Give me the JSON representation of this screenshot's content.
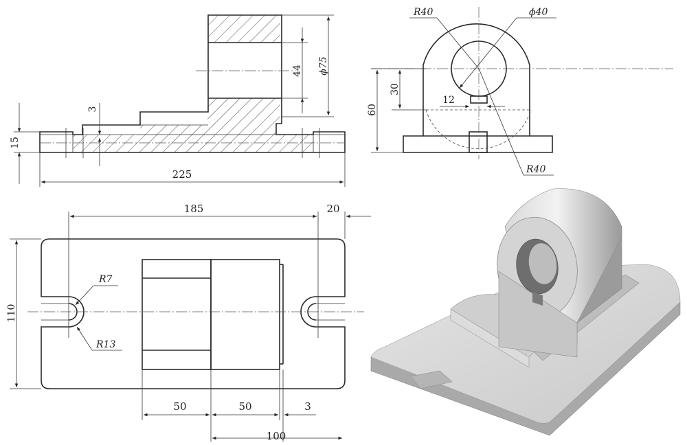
{
  "dimensions": {
    "front_height_15": "15",
    "front_depth_3": "3",
    "front_width_225": "225",
    "front_bore_44": "44",
    "front_dia_75": "ϕ75",
    "side_r40_top": "R40",
    "side_dia_40": "ϕ40",
    "side_30": "30",
    "side_60": "60",
    "side_12": "12",
    "side_r40_bottom": "R40",
    "top_185": "185",
    "top_20": "20",
    "top_110": "110",
    "top_r7": "R7",
    "top_r13": "R13",
    "top_50_left": "50",
    "top_50_right": "50",
    "top_3": "3",
    "top_100": "100"
  },
  "colors": {
    "line": "#2a2a2a",
    "model_light": "#e6e6e6",
    "model_mid": "#bdbdbd",
    "model_dark": "#8f8f8f"
  }
}
